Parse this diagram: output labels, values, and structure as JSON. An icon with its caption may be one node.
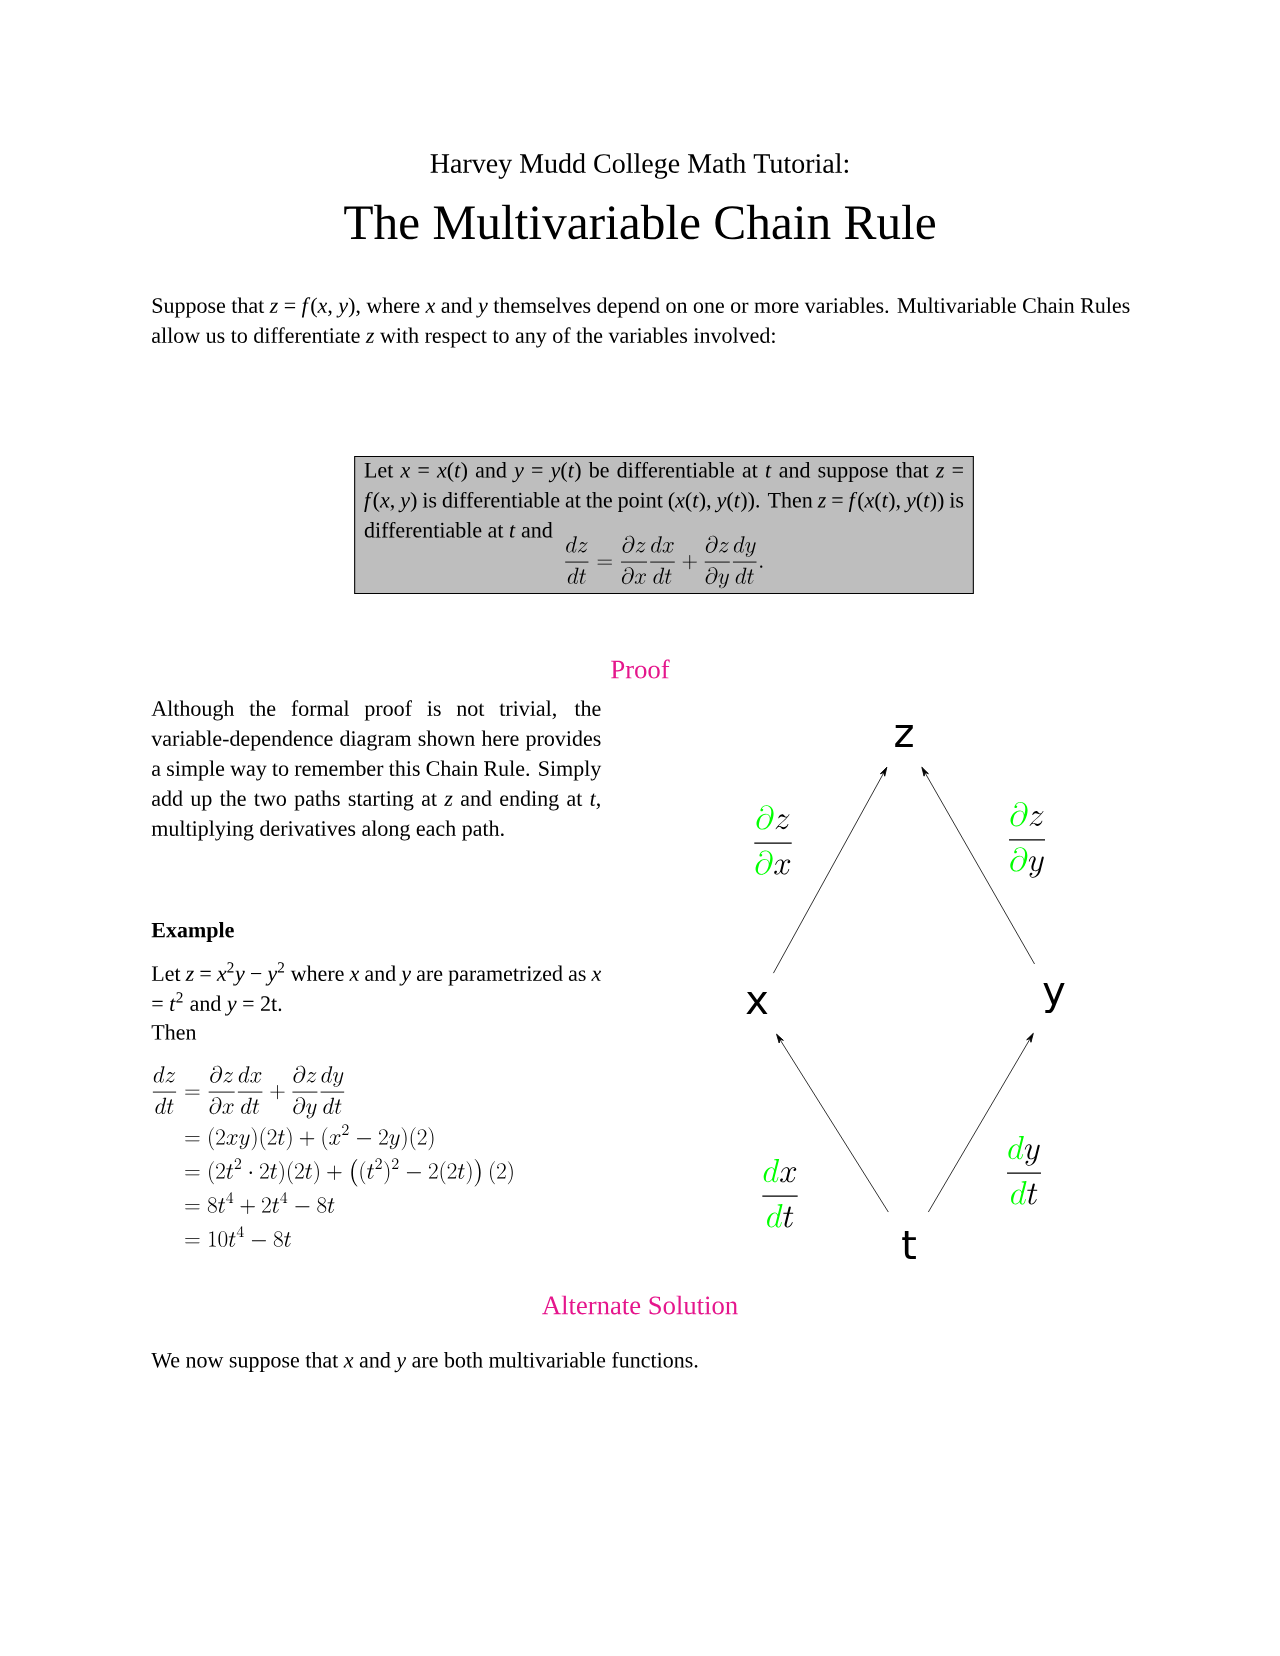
{
  "diagram": {
    "title": "The Multivariable Chain Rule",
    "nodes": [
      {
        "text": [
          "Let *x* = *x*(*t*) and *y* = *y*(*t*) be differentiable at *t* and suppose that *z* = *f*(*x*, *y*) is differentiable at the point (*x*(*t*), *y*(*t*)). Then *z* = *f*(*x*(*t*), *y*(*t*)) is differentiable at *t* and",
          "\\frac{dz}{dt} = \\frac{\\partial z}{\\partial x}\\frac{dx}{dt} + \\frac{\\partial z}{\\partial y}\\frac{dy}{dt}."
        ]
      },
      {
        "text": [
          "z"
        ]
      },
      {
        "text": [
          "x"
        ]
      },
      {
        "text": [
          "y"
        ]
      },
      {
        "text": [
          "t"
        ]
      }
    ],
    "edges": [
      {
        "from": 2,
        "to": 1,
        "arrow": "to",
        "label": "\\frac{{\\color{green}\\partial} z}{{\\color{green}\\partial} x}"
      },
      {
        "from": 3,
        "to": 1,
        "arrow": "to",
        "label": "\\frac{{\\color{green}\\partial} z}{{\\color{green}\\partial} y}"
      },
      {
        "from": 4,
        "to": 2,
        "arrow": "to",
        "label": "\\frac{{\\color{green}d} x}{{\\color{green}d} t}"
      },
      {
        "from": 4,
        "to": 3,
        "arrow": "to",
        "label": "\\frac{{\\color{green}d} y}{{\\color{green}d} t}"
      }
    ],
    "labels": [
      "Harvey Mudd College Math Tutorial:",
      "Suppose that *z* = *f*(*x*, *y*), where *x* and *y* themselves depend on one or more variables. Multivariable Chain Rules allow us to differentiate *z* with respect to any of the variables involved:",
      "Proof",
      "Although the formal proof is not trivial, the variable-dependence diagram shown here provides a simple way to remember this Chain Rule. Simply add up the two paths starting at *z* and ending at *t*, multiplying derivatives along each path.",
      "Example",
      "Let *z* = *x*$^{2}$*y* − *y*$^{2}$ where *x* and *y* are parametrized as *x* = *t*$^{2}$ and *y* = 2t.",
      "Then",
      "\\begin{aligned}\\frac{dz}{dt} &= \\frac{\\partial z}{\\partial x}\\frac{dx}{dt}+\\frac{\\partial z}{\\partial y}\\frac{dy}{dt}\\\\ &= (2xy)(2t)+(x^2-2y)(2)\\\\ &= (2t^2\\cdot 2t)(2t)+\\big((t^2)^2-2(2t)\\big)\\,(2)\\\\ &= 8t^4+2t^4-8t\\\\ &= 10t^4-8t\\end{aligned}",
      "Alternate Solution",
      "We now suppose that *x* and *y* are both multivariable functions."
    ]
  }
}
